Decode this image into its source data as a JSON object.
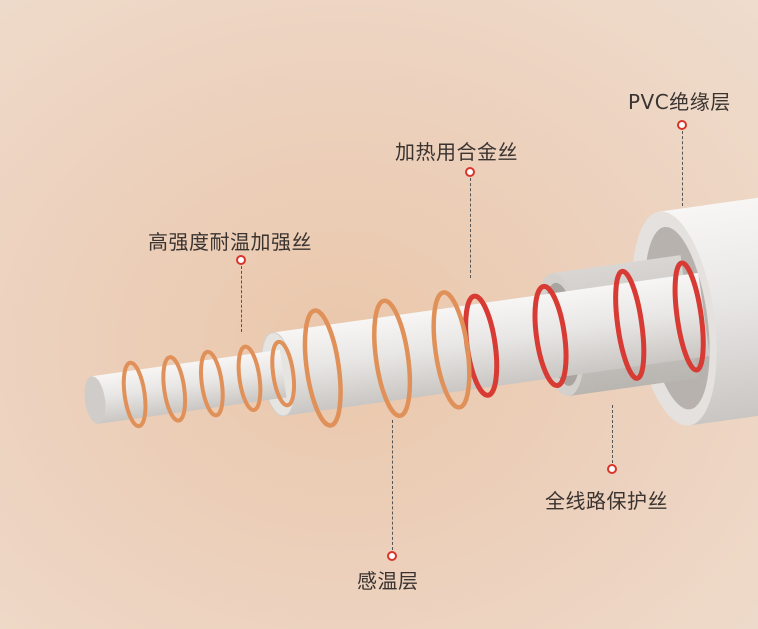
{
  "labels": {
    "pvc": "PVC绝缘层",
    "alloy": "加热用合金丝",
    "reinforce": "高强度耐温加强丝",
    "sensor": "感温层",
    "shield": "全线路保护丝"
  },
  "colors": {
    "copper": "#e0915a",
    "red": "#d83a34",
    "tube": "#eceae8",
    "accent": "#d8352a"
  }
}
